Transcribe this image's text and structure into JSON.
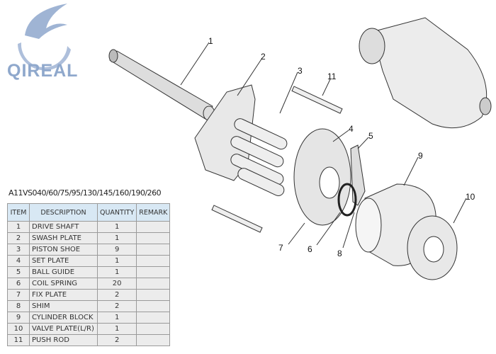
{
  "logo": {
    "text": "QIREAL"
  },
  "table": {
    "title": "A11VS040/60/75/95/130/145/160/190/260",
    "headers": [
      "ITEM",
      "DESCRIPTION",
      "QUANTITY",
      "REMARK"
    ],
    "rows": [
      {
        "item": "1",
        "description": "DRIVE SHAFT",
        "quantity": "1",
        "remark": ""
      },
      {
        "item": "2",
        "description": "SWASH PLATE",
        "quantity": "1",
        "remark": ""
      },
      {
        "item": "3",
        "description": "PISTON SHOE",
        "quantity": "9",
        "remark": ""
      },
      {
        "item": "4",
        "description": "SET PLATE",
        "quantity": "1",
        "remark": ""
      },
      {
        "item": "5",
        "description": "BALL GUIDE",
        "quantity": "1",
        "remark": ""
      },
      {
        "item": "6",
        "description": "COIL SPRING",
        "quantity": "20",
        "remark": ""
      },
      {
        "item": "7",
        "description": "FIX PLATE",
        "quantity": "2",
        "remark": ""
      },
      {
        "item": "8",
        "description": "SHIM",
        "quantity": "2",
        "remark": ""
      },
      {
        "item": "9",
        "description": "CYLINDER BLOCK",
        "quantity": "1",
        "remark": ""
      },
      {
        "item": "10",
        "description": "VALVE PLATE(L/R)",
        "quantity": "1",
        "remark": ""
      },
      {
        "item": "11",
        "description": "PUSH ROD",
        "quantity": "2",
        "remark": ""
      }
    ]
  },
  "callouts": [
    "1",
    "2",
    "3",
    "11",
    "4",
    "5",
    "9",
    "10",
    "7",
    "6",
    "8"
  ]
}
